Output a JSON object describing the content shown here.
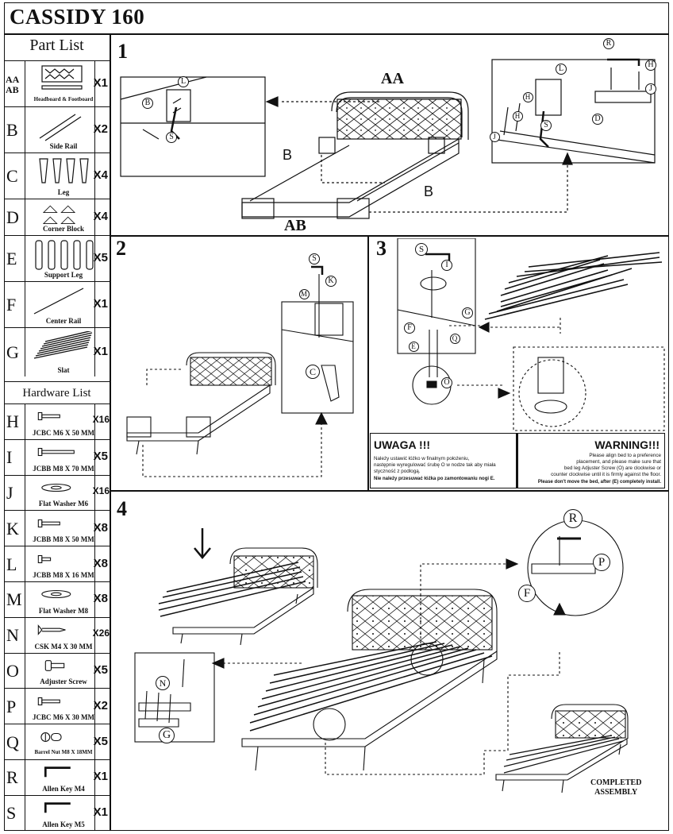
{
  "title": "CASSIDY 160",
  "part_list_title": "Part List",
  "hardware_list_title": "Hardware List",
  "parts": [
    {
      "code": "AA\nAB",
      "name": "Headboard & Footboard",
      "qty": "X1",
      "icon": "headboard-icon"
    },
    {
      "code": "B",
      "name": "Side Rail",
      "qty": "X2",
      "icon": "side-rail-icon"
    },
    {
      "code": "C",
      "name": "Leg",
      "qty": "X4",
      "icon": "leg-icon"
    },
    {
      "code": "D",
      "name": "Corner Block",
      "qty": "X4",
      "icon": "corner-block-icon"
    },
    {
      "code": "E",
      "name": "Support Leg",
      "qty": "X5",
      "icon": "support-leg-icon"
    },
    {
      "code": "F",
      "name": "Center Rail",
      "qty": "X1",
      "icon": "center-rail-icon"
    },
    {
      "code": "G",
      "name": "Slat",
      "qty": "X1",
      "icon": "slat-icon"
    }
  ],
  "hardware": [
    {
      "code": "H",
      "name": "JCBC M6 X 50 MM",
      "qty": "X16",
      "icon": "bolt-icon"
    },
    {
      "code": "I",
      "name": "JCBB M8 X 70 MM",
      "qty": "X5",
      "icon": "long-bolt-icon"
    },
    {
      "code": "J",
      "name": "Flat Washer M6",
      "qty": "X16",
      "icon": "washer-icon"
    },
    {
      "code": "K",
      "name": "JCBB M8 X 50 MM",
      "qty": "X8",
      "icon": "bolt-icon"
    },
    {
      "code": "L",
      "name": "JCBB M8 X 16 MM",
      "qty": "X8",
      "icon": "short-bolt-icon"
    },
    {
      "code": "M",
      "name": "Flat Washer M8",
      "qty": "X8",
      "icon": "washer-icon"
    },
    {
      "code": "N",
      "name": "CSK M4 X 30 MM",
      "qty": "X26",
      "icon": "screw-icon"
    },
    {
      "code": "O",
      "name": "Adjuster Screw",
      "qty": "X5",
      "icon": "adjuster-screw-icon"
    },
    {
      "code": "P",
      "name": "JCBC M6 X 30 MM",
      "qty": "X2",
      "icon": "bolt-icon"
    },
    {
      "code": "Q",
      "name": "Barrel Nut M8 X 18MM",
      "qty": "X5",
      "icon": "barrel-nut-icon"
    },
    {
      "code": "R",
      "name": "Allen Key M4",
      "qty": "X1",
      "icon": "allen-key-icon"
    },
    {
      "code": "S",
      "name": "Allen Key M5",
      "qty": "X1",
      "icon": "allen-key-icon"
    }
  ],
  "steps": {
    "s1": {
      "num": "1",
      "aa": "AA",
      "ab": "AB",
      "b1": "B",
      "b2": "B",
      "circles": [
        "B",
        "L",
        "S",
        "L",
        "H",
        "R",
        "H",
        "J",
        "J",
        "H",
        "S",
        "D"
      ]
    },
    "s2": {
      "num": "2",
      "circles": [
        "S",
        "K",
        "M",
        "C"
      ]
    },
    "s3": {
      "num": "3",
      "circles": [
        "S",
        "I",
        "G",
        "F",
        "Q",
        "E",
        "O"
      ]
    },
    "s4": {
      "num": "4",
      "circles": [
        "R",
        "P",
        "F",
        "N",
        "G"
      ],
      "completed": "COMPLETED\nASSEMBLY"
    }
  },
  "notice": {
    "uwaga_title": "UWAGA !!!",
    "uwaga_text": "Należy ustawić łóżko w finalnym położeniu,\nnastępnie wyregulować śrubę O w nodze tak aby miała\nstyczność z podłogą.",
    "uwaga_bold": "Nie należy przesuwać łóżka po zamontowaniu nogi E.",
    "warning_title": "WARNING!!!",
    "warning_text": "Please align bed to a preference\nplacement, and please make sure that\nbed leg Adjuster Screw (O) are clockwise or\ncounter clockwise until it is firmly against the floor.",
    "warning_bold": "Please don't move the bed, after (E) completely install."
  }
}
